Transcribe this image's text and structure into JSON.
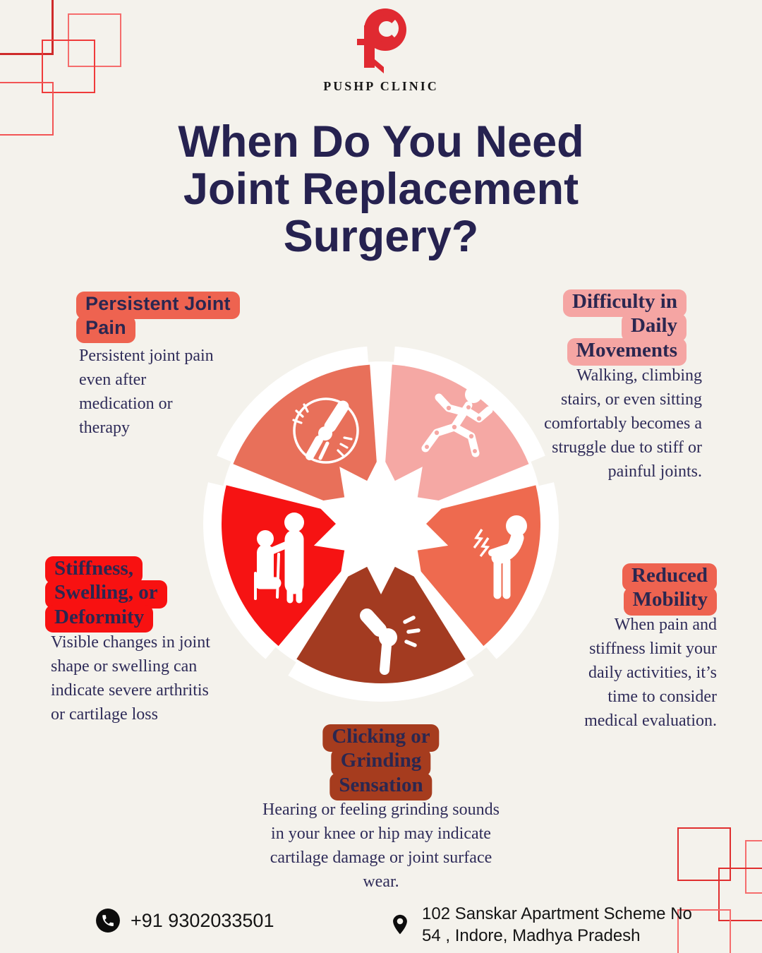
{
  "brand": {
    "name": "PUSHP CLINIC"
  },
  "title": {
    "lines": [
      "When Do You Need",
      "Joint Replacement",
      "Surgery?"
    ]
  },
  "sections": [
    {
      "id": "persistent-joint-pain",
      "badge_lines": [
        "Persistent Joint",
        "Pain"
      ],
      "body": "Persistent joint pain even after medication or therapy",
      "badge_color": "#ee6350"
    },
    {
      "id": "difficulty-in-daily-movements",
      "badge_lines": [
        "Difficulty in",
        "Daily",
        "Movements"
      ],
      "body": "Walking, climbing stairs, or even sitting comfortably becomes a struggle due to stiff or painful joints.",
      "badge_color": "#f5a5a3"
    },
    {
      "id": "stiffness-swelling-or-deformity",
      "badge_lines": [
        "Stiffness,",
        "Swelling, or",
        "Deformity"
      ],
      "body": "Visible changes in joint shape or swelling can indicate severe arthritis or cartilage loss",
      "badge_color": "#f81111"
    },
    {
      "id": "reduced-mobility",
      "badge_lines": [
        "Reduced",
        "Mobility"
      ],
      "body": "When pain and stiffness limit your daily activities, it’s time to consider medical evaluation.",
      "badge_color": "#ee6350"
    },
    {
      "id": "clicking-or-grinding-sensation",
      "badge_lines": [
        "Clicking or",
        "Grinding",
        "Sensation"
      ],
      "body": "Hearing or feeling grinding sounds in your knee or hip may indicate cartilage damage or joint surface wear.",
      "badge_color": "#a63c1e"
    }
  ],
  "wheel": {
    "segments": [
      {
        "name": "persistent-joint-pain",
        "icon": "knee-joint-pain-icon",
        "color": "#e8705a"
      },
      {
        "name": "difficulty-in-daily-movements",
        "icon": "running-figure-icon",
        "color": "#f5a8a4"
      },
      {
        "name": "reduced-mobility",
        "icon": "person-arm-pain-icon",
        "color": "#ee6a4f"
      },
      {
        "name": "clicking-or-grinding-sensation",
        "icon": "hip-joint-click-icon",
        "color": "#a33b21"
      },
      {
        "name": "stiffness-swelling-or-deformity",
        "icon": "caregiver-elderly-icon",
        "color": "#f61313"
      }
    ]
  },
  "footer": {
    "phone": "+91 9302033501",
    "address_lines": [
      "102 Sanskar Apartment Scheme No",
      "54 , Indore, Madhya Pradesh"
    ]
  },
  "colors": {
    "background": "#f4f2ec",
    "title_text": "#262250",
    "body_text": "#2f2c59",
    "logo_red": "#e02a31"
  }
}
